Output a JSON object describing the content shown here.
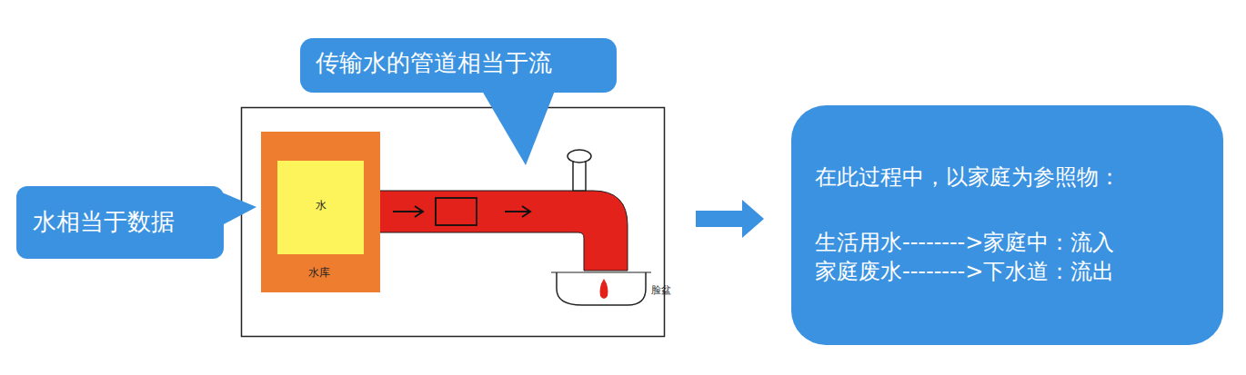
{
  "diagram": {
    "nodes": [
      {
        "text": [
          "传输水的管道相当于流"
        ]
      },
      {
        "text": [
          "水相当于数据"
        ]
      },
      {
        "text": [
          "水库"
        ]
      },
      {
        "text": [
          "水"
        ],
        "in": 2
      },
      {
        "text": [
          "在此过程中，以家庭为参照物：",
          "生活用水-------->家庭中：流入",
          "家庭废水-------->下水道：流出"
        ]
      }
    ],
    "labels": [
      "脸盆"
    ]
  }
}
